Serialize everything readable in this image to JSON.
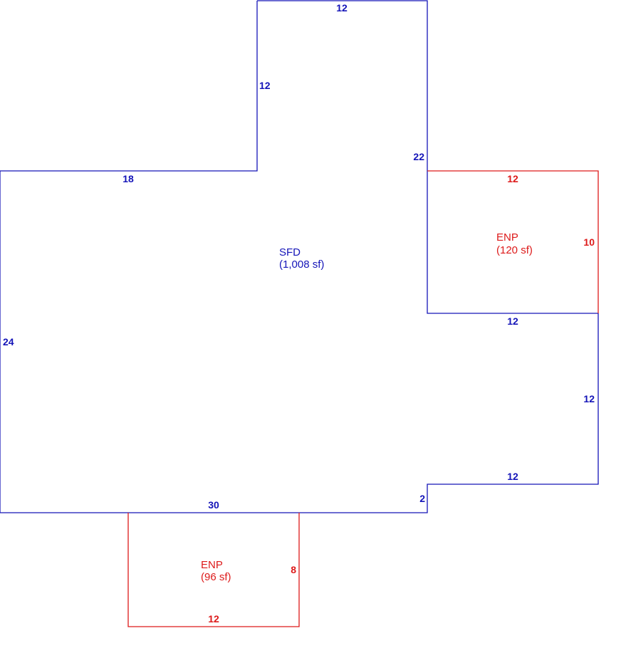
{
  "colors": {
    "main": "#1414b8",
    "porch": "#dd1a1a",
    "background": "#ffffff"
  },
  "sfd": {
    "name": "SFD",
    "area": "(1,008 sf)",
    "dims": {
      "top": "12",
      "upper_left_vertical": "12",
      "right_upper": "22",
      "left_horizontal": "18",
      "left_vertical": "24",
      "mid_horizontal": "12",
      "right_vertical": "12",
      "lower_horizontal": "12",
      "step": "2",
      "bottom": "30"
    }
  },
  "porch_right": {
    "name": "ENP",
    "area": "(120 sf)",
    "dims": {
      "top": "12",
      "right": "10"
    }
  },
  "porch_bottom": {
    "name": "ENP",
    "area": "(96 sf)",
    "dims": {
      "right": "8",
      "bottom": "12"
    }
  }
}
